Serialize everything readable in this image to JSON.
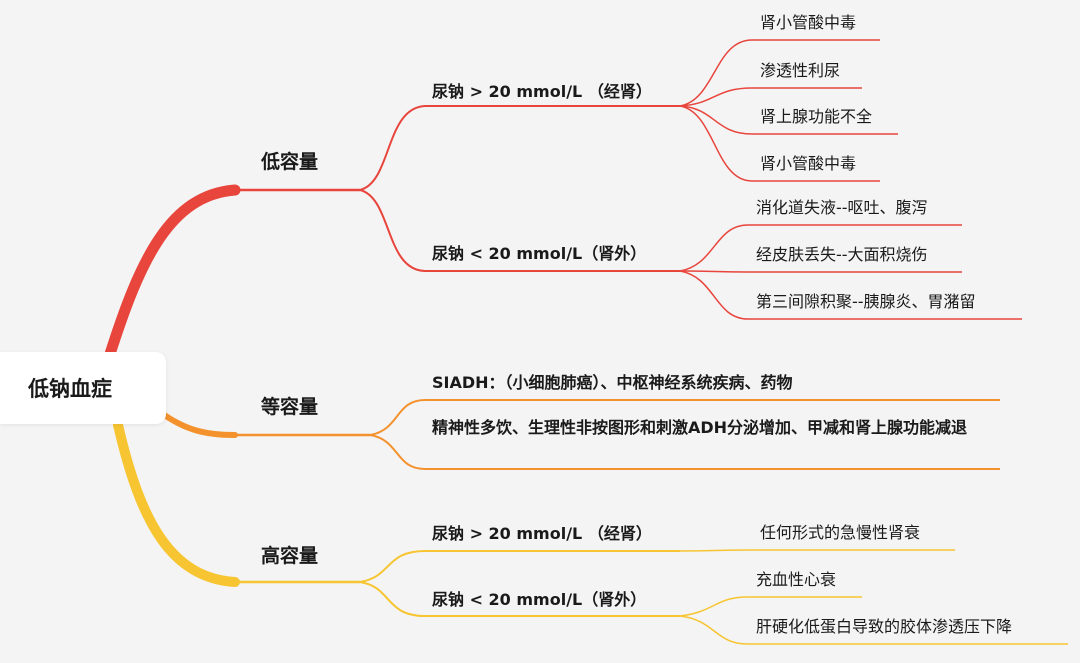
{
  "root": {
    "label": "低钠血症"
  },
  "colors": {
    "low": "#e8453c",
    "equal": "#f3922d",
    "high": "#f7c531"
  },
  "branches": [
    {
      "label": "低容量",
      "children": [
        {
          "label": "尿钠 > 20 mmol/L （经肾）",
          "leaves": [
            "肾小管酸中毒",
            "渗透性利尿",
            "肾上腺功能不全",
            "肾小管酸中毒"
          ]
        },
        {
          "label": "尿钠 < 20 mmol/L（肾外）",
          "leaves": [
            "消化道失液--呕吐、腹泻",
            "经皮肤丢失--大面积烧伤",
            "第三间隙积聚--胰腺炎、胃潴留"
          ]
        }
      ]
    },
    {
      "label": "等容量",
      "children": [
        {
          "label": "SIADH：（小细胞肺癌）、中枢神经系统疾病、药物"
        },
        {
          "label": "精神性多饮、生理性非按图形和刺激ADH分泌增加、甲减和肾上腺功能减退"
        }
      ]
    },
    {
      "label": "高容量",
      "children": [
        {
          "label": "尿钠 > 20 mmol/L （经肾）",
          "leaves": [
            "任何形式的急慢性肾衰"
          ]
        },
        {
          "label": "尿钠 < 20 mmol/L（肾外）",
          "leaves": [
            "充血性心衰",
            "肝硬化低蛋白导致的胶体渗透压下降"
          ]
        }
      ]
    }
  ]
}
